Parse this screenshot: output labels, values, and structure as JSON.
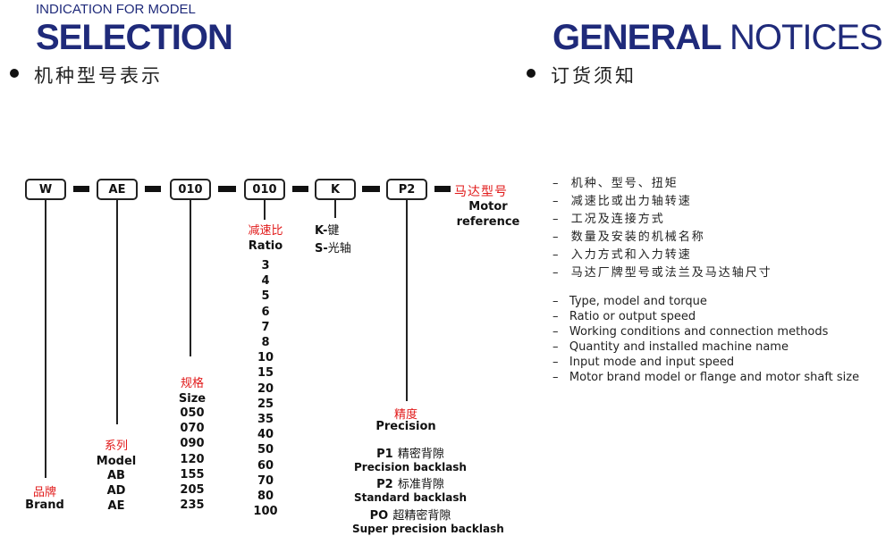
{
  "selection": {
    "subheading": "INDICATION FOR MODEL",
    "heading": "SELECTION",
    "bullet_title": "机种型号表示"
  },
  "notices": {
    "heading_bold": "GENERAL",
    "heading_light": "NOTICES",
    "bullet_title": "订货须知",
    "items_cn": [
      "机种、型号、扭矩",
      "减速比或出力轴转速",
      "工况及连接方式",
      "数量及安装的机械名称",
      "入力方式和入力转速",
      "马达厂牌型号或法兰及马达轴尺寸"
    ],
    "items_en": [
      "Type, model and torque",
      "Ratio or output speed",
      "Working conditions and connection methods",
      "Quantity and installed machine name",
      "Input mode and input speed",
      "Motor brand model or flange and motor shaft size"
    ],
    "dash": "–"
  },
  "boxes": [
    "W",
    "AE",
    "010",
    "010",
    "K",
    "P2"
  ],
  "brand": {
    "cn": "品牌",
    "en": "Brand"
  },
  "model": {
    "cn": "系列",
    "en": "Model",
    "values": [
      "AB",
      "AD",
      "AE"
    ]
  },
  "size": {
    "cn": "规格",
    "en": "Size",
    "values": [
      "050",
      "070",
      "090",
      "120",
      "155",
      "205",
      "235"
    ]
  },
  "ratio": {
    "cn": "减速比",
    "en": "Ratio",
    "values": [
      "3",
      "4",
      "5",
      "6",
      "7",
      "8",
      "10",
      "15",
      "20",
      "25",
      "35",
      "40",
      "50",
      "60",
      "70",
      "80",
      "100"
    ]
  },
  "shaft": {
    "k_code": "K-",
    "k_cn": "键",
    "s_code": "S-",
    "s_cn": "光轴"
  },
  "precision": {
    "cn": "精度",
    "en": "Precision",
    "options": [
      {
        "code": "P1",
        "cn": "精密背隙",
        "en": "Precision backlash"
      },
      {
        "code": "P2",
        "cn": "标准背隙",
        "en": "Standard backlash"
      },
      {
        "code": "PO",
        "cn": "超精密背隙",
        "en": "Super precision backlash"
      }
    ]
  },
  "motor": {
    "cn": "马达型号",
    "en_line1": "Motor",
    "en_line2": "reference"
  },
  "colors": {
    "heading": "#1f2a7a",
    "accent_red": "#e11a1a"
  }
}
